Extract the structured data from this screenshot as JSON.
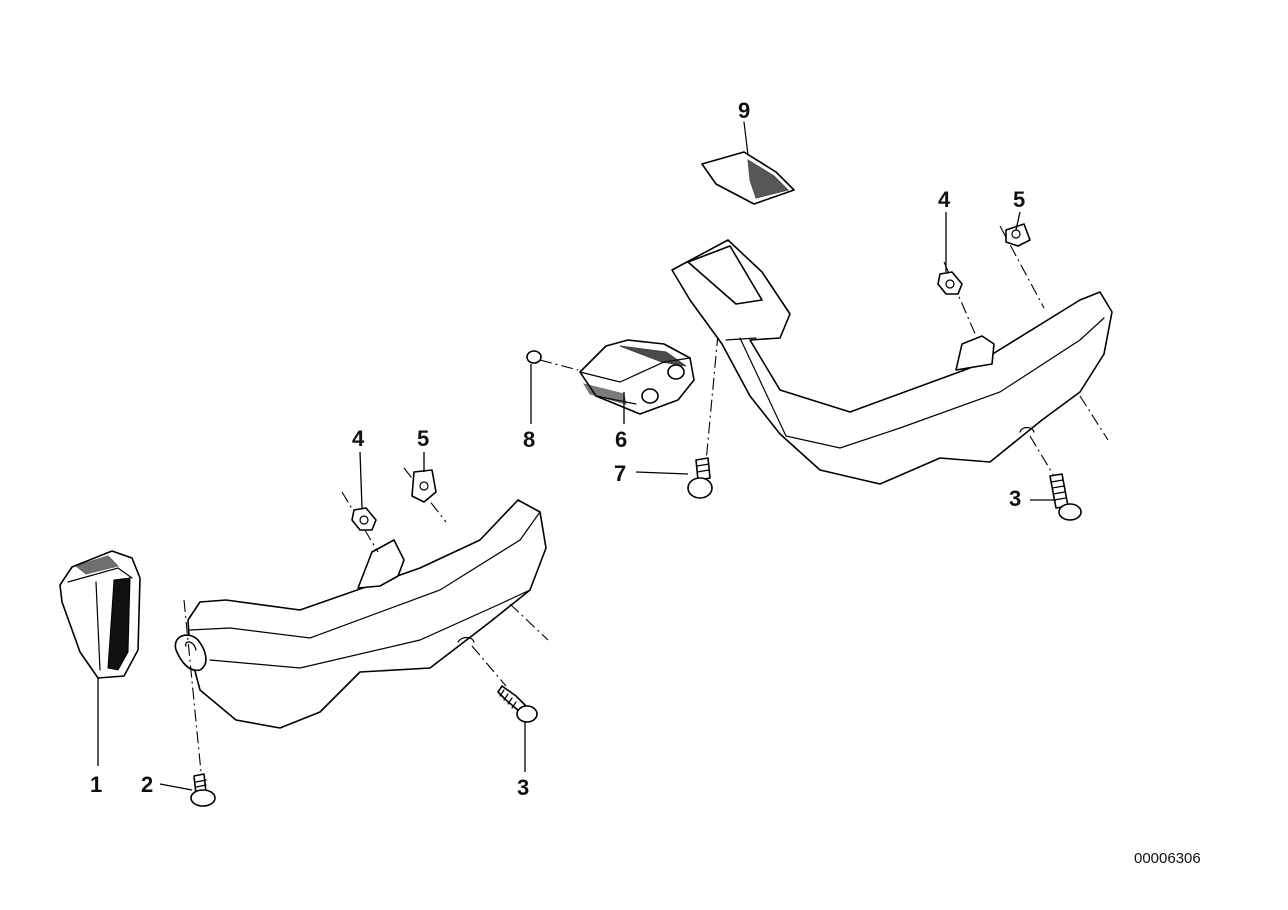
{
  "callouts": {
    "c1": "1",
    "c2": "2",
    "c3_left": "3",
    "c4_left": "4",
    "c5_left": "5",
    "c6": "6",
    "c7": "7",
    "c8": "8",
    "c9": "9",
    "c4_right": "4",
    "c5_right": "5",
    "c3_right": "3"
  },
  "reference_number": "00006306"
}
